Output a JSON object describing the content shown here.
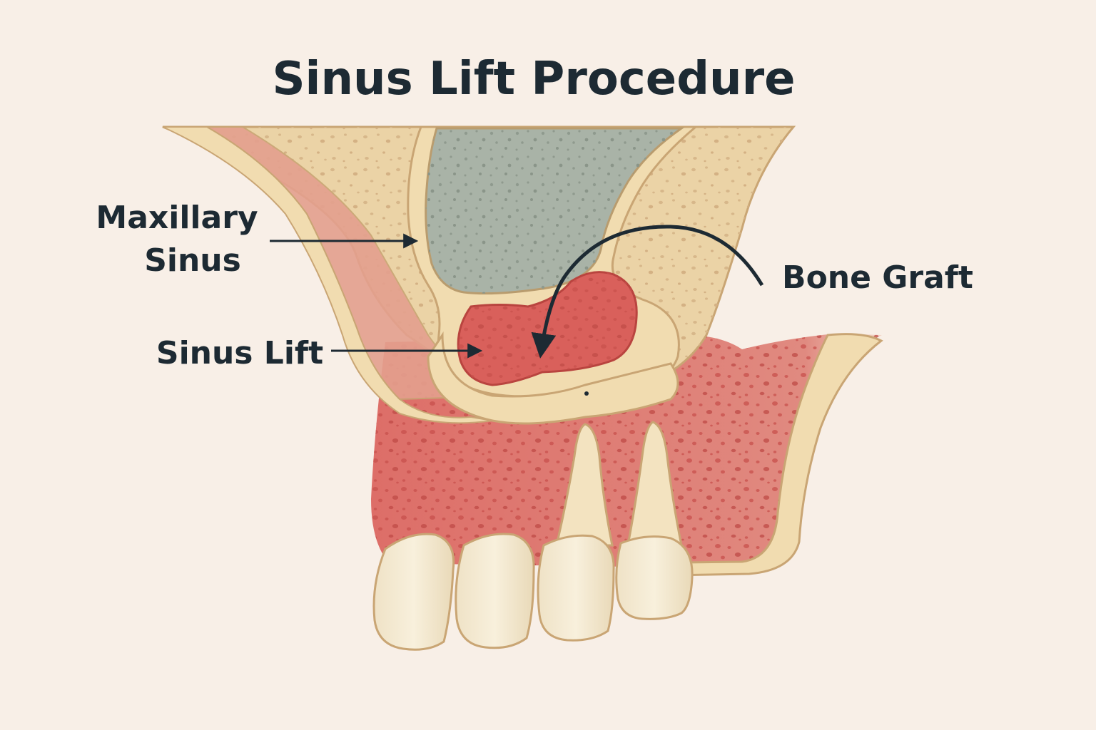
{
  "title": "Sinus Lift Procedure",
  "labels": {
    "maxillary_sinus_line1": "Maxillary",
    "maxillary_sinus_line2": "Sinus",
    "sinus_lift": "Sinus Lift",
    "bone_graft": "Bone Graft"
  },
  "colors": {
    "background": "#f8efe7",
    "cortical_bone": "#f1dcb0",
    "cancellous_bone": "#ebd3a6",
    "bone_outline": "#c9a574",
    "gum_tissue": "#dd6e68",
    "gum_dark": "#c24f4b",
    "sinus_cavity": "#a9b3a7",
    "bone_graft": "#d9605b",
    "tooth": "#f3e8cf",
    "text": "#1d2a33"
  }
}
